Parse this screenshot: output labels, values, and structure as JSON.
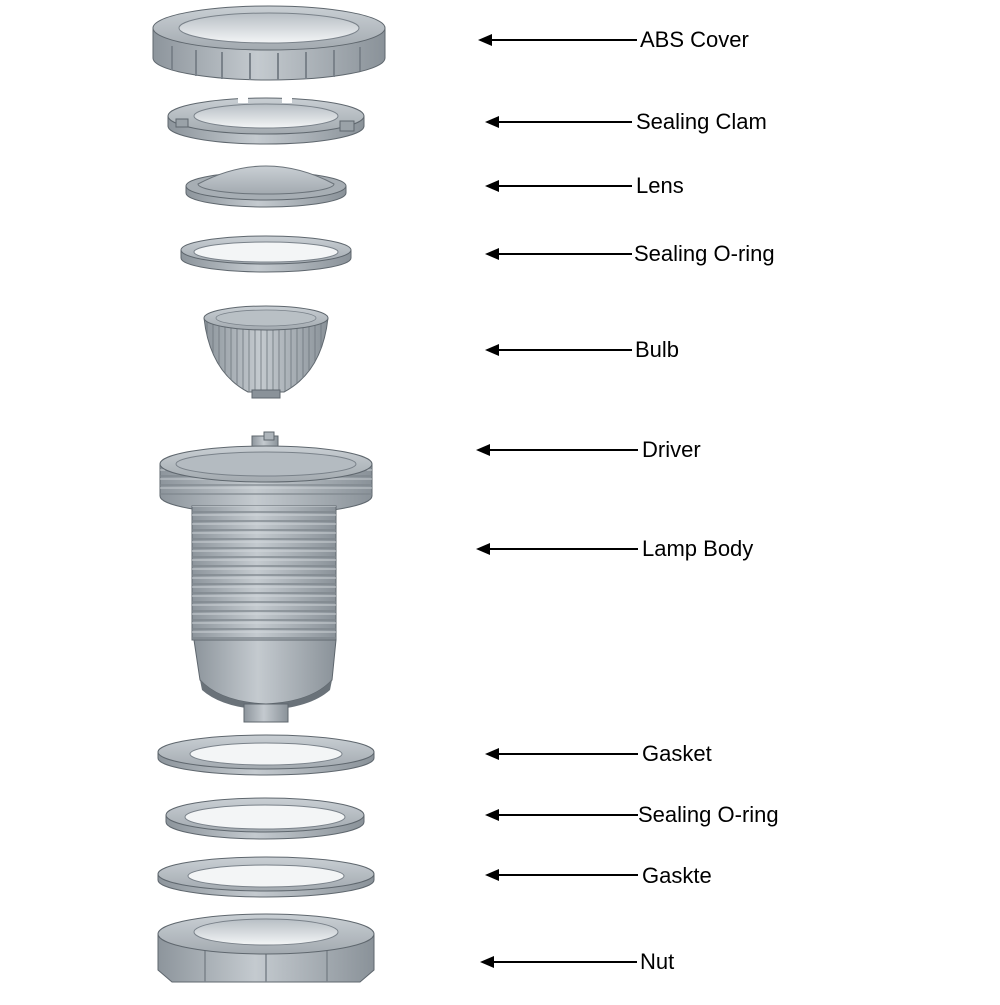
{
  "labels": {
    "abs_cover": "ABS Cover",
    "sealing_clam": "Sealing Clam",
    "lens": "Lens",
    "sealing_oring_top": "Sealing O-ring",
    "bulb": "Bulb",
    "driver": "Driver",
    "lamp_body": "Lamp Body",
    "gasket": "Gasket",
    "sealing_oring_bottom": "Sealing O-ring",
    "gaskte": "Gaskte",
    "nut": "Nut"
  },
  "colors": {
    "part_fill": "#a9b0b6",
    "part_light": "#c8ced3",
    "part_dark": "#7c848b",
    "part_edge": "#5f676e",
    "ring_hole": "#f1f3f4",
    "arrow": "#000000"
  }
}
